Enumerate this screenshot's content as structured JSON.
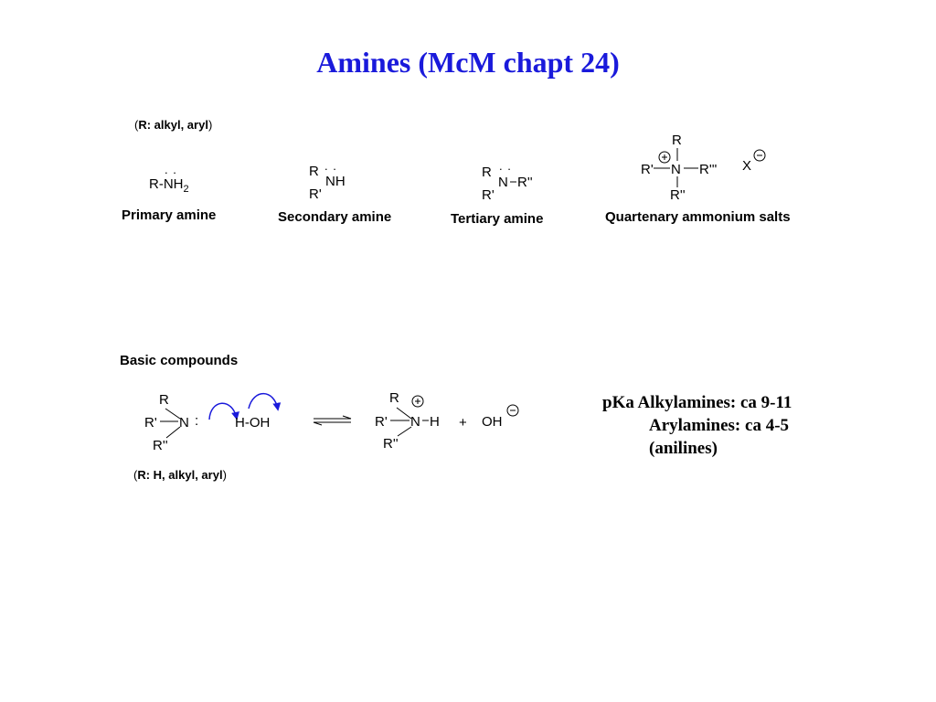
{
  "title": "Amines (McM chapt 24)",
  "notes": {
    "r_alkyl_aryl": "R: alkyl, aryl",
    "r_h_alkyl_aryl": "R: H, alkyl, aryl",
    "open_paren": "(",
    "close_paren": ")"
  },
  "labels": {
    "primary": "Primary amine",
    "secondary": "Secondary amine",
    "tertiary": "Tertiary amine",
    "quaternary": "Quartenary ammonium salts",
    "basic": "Basic compounds"
  },
  "structures": {
    "lone_pair": ". .",
    "lone_pair_side": ":",
    "primary": {
      "group": "R-NH",
      "subscript": "2"
    },
    "secondary": {
      "r1": "R",
      "r2": "R'",
      "center": "NH"
    },
    "tertiary": {
      "r1": "R",
      "r2": "R'",
      "center": "N",
      "r3": "R''"
    },
    "quaternary": {
      "top": "R",
      "left": "R'",
      "center": "N",
      "right": "R'''",
      "bottom": "R''",
      "counterion": "X"
    },
    "reactant": {
      "top": "R",
      "left": "R'",
      "center": "N",
      "bottom": "R''",
      "water": "H-OH"
    },
    "product": {
      "top": "R",
      "left": "R'",
      "center": "N",
      "h": "H",
      "bottom": "R''",
      "plus": "+",
      "hydroxide": "OH"
    }
  },
  "pka": {
    "line1": "pKa Alkylamines: ca 9-11",
    "line2": "Arylamines: ca 4-5",
    "line3": "(anilines)"
  },
  "colors": {
    "title": "#1a1adb",
    "arrow": "#1a1adb"
  }
}
